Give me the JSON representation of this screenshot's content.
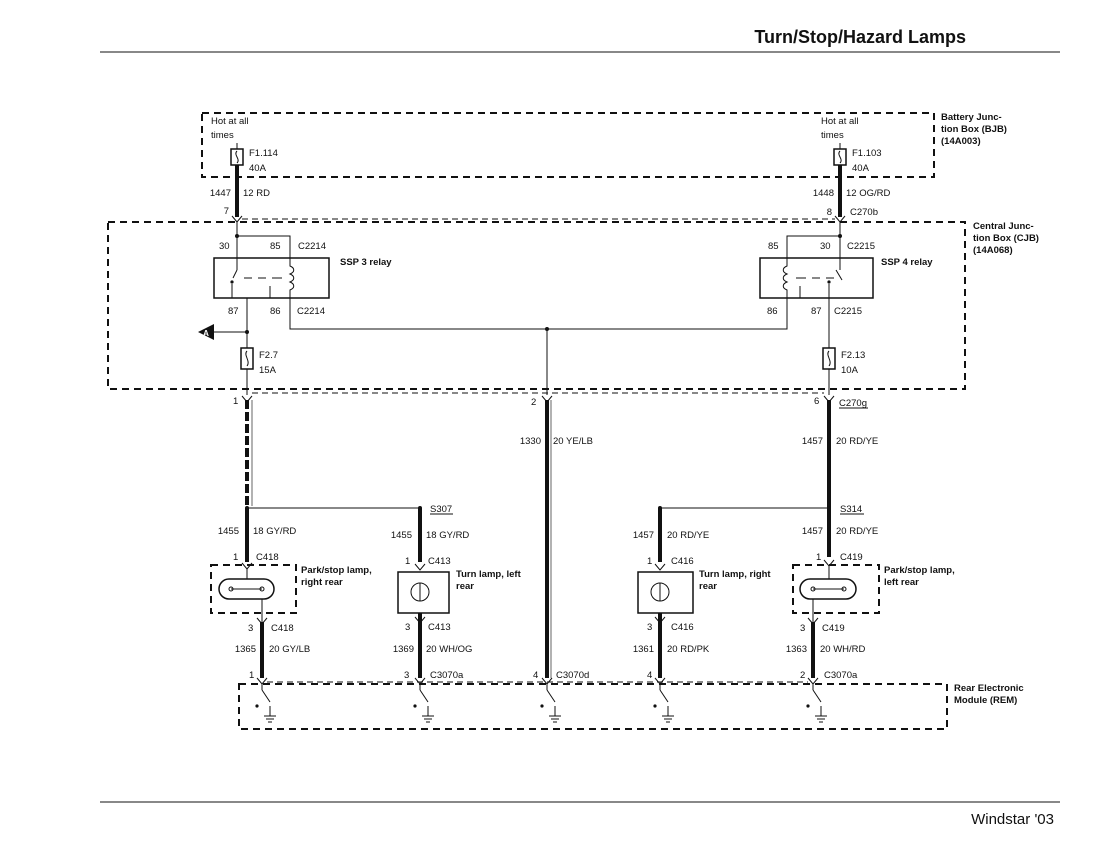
{
  "header": {
    "title": "Turn/Stop/Hazard Lamps"
  },
  "footer": {
    "model": "Windstar '03"
  },
  "bjb": {
    "label_lines": [
      "Battery Junc-",
      "tion Box (BJB)",
      "(14A003)"
    ],
    "hot_left_lines": [
      "Hot at all",
      "times"
    ],
    "hot_right_lines": [
      "Hot at all",
      "times"
    ],
    "fuse_left": {
      "id": "F1.114",
      "rating": "40A"
    },
    "fuse_right": {
      "id": "F1.103",
      "rating": "40A"
    }
  },
  "feed_left": {
    "circuit": "1447",
    "wire": "12 RD",
    "pin": "7"
  },
  "feed_right": {
    "circuit": "1448",
    "wire": "12 OG/RD",
    "pin": "8",
    "connector": "C270b"
  },
  "cjb": {
    "label_lines": [
      "Central Junc-",
      "tion Box (CJB)",
      "(14A068)"
    ],
    "relay_left": {
      "name": "SSP 3 relay",
      "pin_a": "30",
      "pin_b": "85",
      "pin_c": "87",
      "pin_d": "86",
      "connector_top": "C2214",
      "connector_bottom": "C2214"
    },
    "relay_right": {
      "name": "SSP 4 relay",
      "pin_a": "85",
      "pin_b": "30",
      "pin_c": "86",
      "pin_d": "87",
      "connector_top": "C2215",
      "connector_bottom": "C2215"
    },
    "ref_a": "A",
    "fuse_left": {
      "id": "F2.7",
      "rating": "15A"
    },
    "fuse_right": {
      "id": "F2.13",
      "rating": "10A"
    }
  },
  "c270g": {
    "pin_left": "1",
    "pin_mid": "2",
    "pin_right": "6",
    "connector": "C270g"
  },
  "mid_wire": {
    "circuit": "1330",
    "wire": "20 YE/LB"
  },
  "right_feed": {
    "circuit": "1457",
    "wire": "20 RD/YE"
  },
  "splices": {
    "left": "S307",
    "right": "S314"
  },
  "lamps": [
    {
      "circuit_in": "1455",
      "wire_in": "18 GY/RD",
      "pin_in": "1",
      "connector_in": "C418",
      "label_lines": [
        "Park/stop lamp,",
        "right rear"
      ],
      "pin_out": "3",
      "connector_out": "C418",
      "circuit_out": "1365",
      "wire_out": "20 GY/LB"
    },
    {
      "circuit_in": "1455",
      "wire_in": "18 GY/RD",
      "pin_in": "1",
      "connector_in": "C413",
      "label_lines": [
        "Turn lamp, left",
        "rear"
      ],
      "pin_out": "3",
      "connector_out": "C413",
      "circuit_out": "1369",
      "wire_out": "20 WH/OG"
    },
    {
      "circuit_in": "1457",
      "wire_in": "20 RD/YE",
      "pin_in": "1",
      "connector_in": "C416",
      "label_lines": [
        "Turn lamp, right",
        "rear"
      ],
      "pin_out": "3",
      "connector_out": "C416",
      "circuit_out": "1361",
      "wire_out": "20 RD/PK"
    },
    {
      "circuit_in": "1457",
      "wire_in": "20 RD/YE",
      "pin_in": "1",
      "connector_in": "C419",
      "label_lines": [
        "Park/stop lamp,",
        "left rear"
      ],
      "pin_out": "3",
      "connector_out": "C419",
      "circuit_out": "1363",
      "wire_out": "20 WH/RD"
    }
  ],
  "rem": {
    "label_lines": [
      "Rear Electronic",
      "Module (REM)"
    ],
    "pins": [
      {
        "pin": "1",
        "connector": ""
      },
      {
        "pin": "3",
        "connector": "C3070a"
      },
      {
        "pin": "4",
        "connector": "C3070d"
      },
      {
        "pin": "4",
        "connector": ""
      },
      {
        "pin": "2",
        "connector": "C3070a"
      }
    ]
  }
}
